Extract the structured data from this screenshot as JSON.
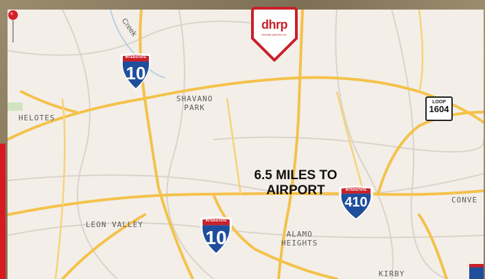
{
  "logo": {
    "text": "dhrp",
    "subtitle": "dhrealty partners inc."
  },
  "callout": {
    "line1": "6.5 MILES TO",
    "line2": "AIRPORT"
  },
  "places": {
    "helotes": "HELOTES",
    "shavano_park": "SHAVANO\nPARK",
    "leon_valley": "LEON VALLEY",
    "alamo_heights": "ALAMO\nHEIGHTS",
    "kirby": "KIRBY",
    "converse": "CONVE",
    "creek": "Creek"
  },
  "shields": {
    "i10_north": {
      "band": "INTERSTATE",
      "number": "10"
    },
    "i10_south": {
      "band": "INTERSTATE",
      "number": "10"
    },
    "i410": {
      "band": "INTERSTATE",
      "number": "410"
    },
    "loop1604": {
      "top": "LOOP",
      "number": "1604"
    }
  },
  "colors": {
    "brand_red": "#c8202a",
    "highway": "#f4c24a",
    "interstate_blue": "#1f4e9c",
    "interstate_red": "#c8202a",
    "map_bg": "#f3eee8"
  },
  "icons": {
    "pin": "map-pin-icon"
  }
}
